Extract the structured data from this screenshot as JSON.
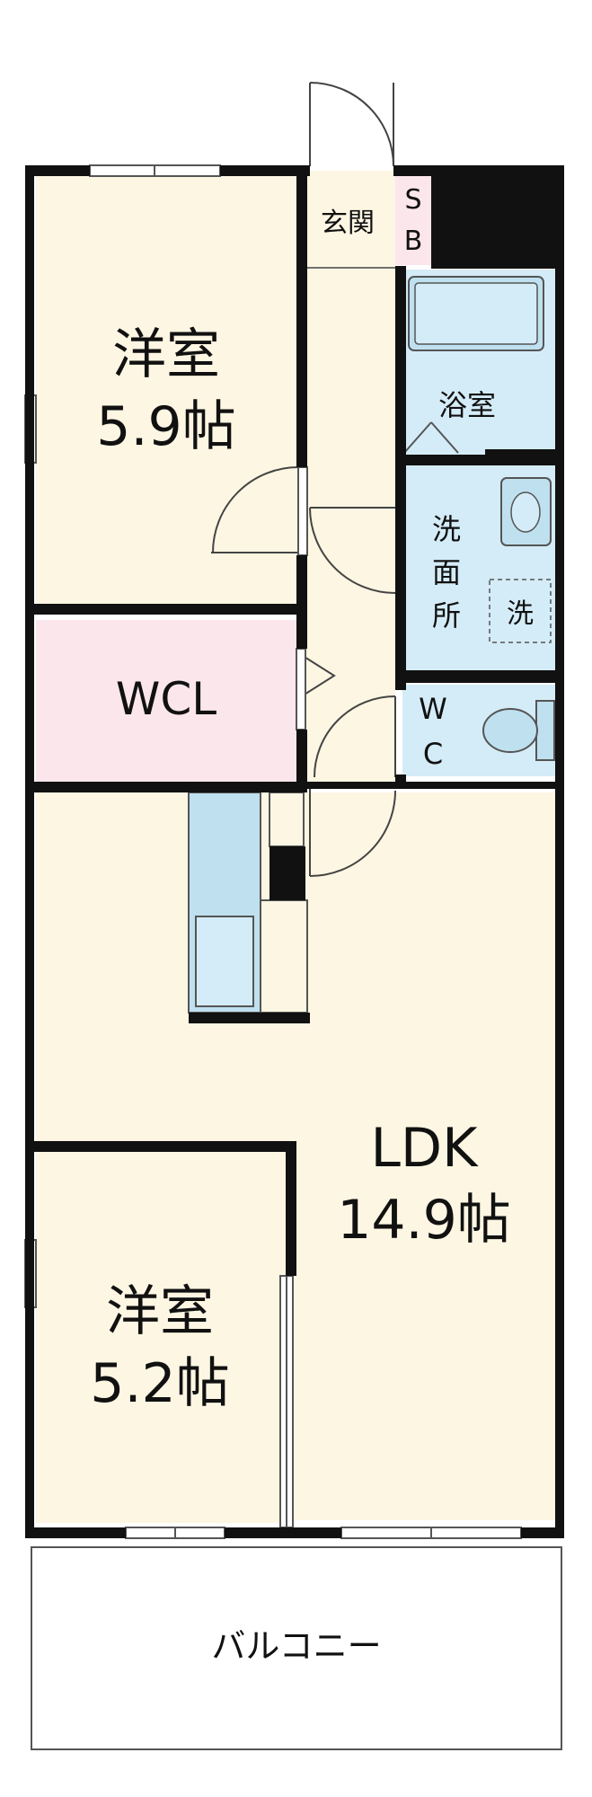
{
  "rooms": {
    "genkan": {
      "label": "玄関"
    },
    "sb": {
      "line1": "S",
      "line2": "B"
    },
    "bath": {
      "label": "浴室"
    },
    "washroom": {
      "line1": "洗",
      "line2": "面",
      "line3": "所"
    },
    "washer": {
      "label": "洗"
    },
    "wc": {
      "line1": "W",
      "line2": "C"
    },
    "bedroom1": {
      "name": "洋室",
      "size": "5.9帖"
    },
    "wcl": {
      "label": "WCL"
    },
    "ldk": {
      "name": "LDK",
      "size": "14.9帖"
    },
    "bedroom2": {
      "name": "洋室",
      "size": "5.2帖"
    },
    "balcony": {
      "label": "バルコニー"
    }
  },
  "colors": {
    "wall": "#111111",
    "room_floor": "#fdf6e3",
    "wcl_floor": "#fbe6ec",
    "wet_area": "#d4ecf7",
    "fixture_fill": "#bfe0ef",
    "balcony": "#ffffff",
    "line": "#555555"
  }
}
